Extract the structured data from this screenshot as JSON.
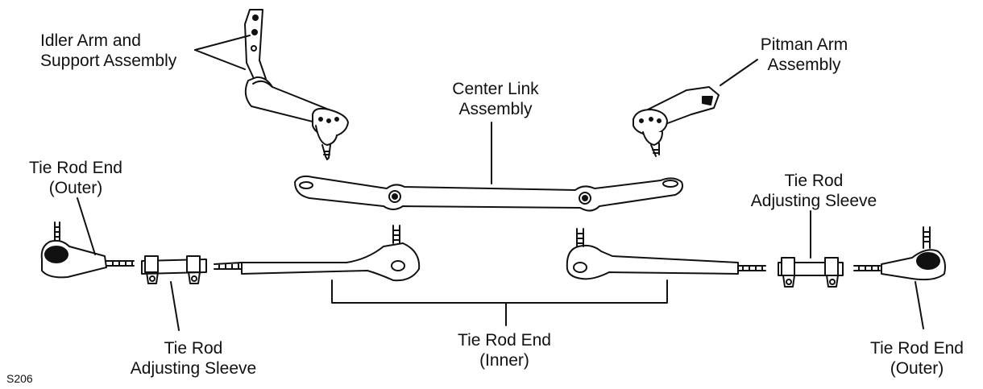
{
  "labels": {
    "idler_arm": [
      "Idler Arm and",
      "Support Assembly"
    ],
    "pitman_arm": [
      "Pitman Arm",
      "Assembly"
    ],
    "center_link": [
      "Center Link",
      "Assembly"
    ],
    "tie_rod_end_outer_left": [
      "Tie Rod End",
      "(Outer)"
    ],
    "adjusting_sleeve_right": [
      "Tie Rod",
      "Adjusting Sleeve"
    ],
    "adjusting_sleeve_left": [
      "Tie Rod",
      "Adjusting Sleeve"
    ],
    "tie_rod_end_inner": [
      "Tie Rod End",
      "(Inner)"
    ],
    "tie_rod_end_outer_right": [
      "Tie Rod End",
      "(Outer)"
    ]
  },
  "figure_id": "S206"
}
